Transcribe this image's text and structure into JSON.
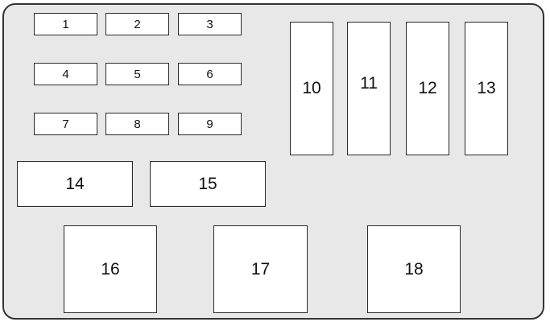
{
  "fuse_box": {
    "fuses": {
      "f1": "1",
      "f2": "2",
      "f3": "3",
      "f4": "4",
      "f5": "5",
      "f6": "6",
      "f7": "7",
      "f8": "8",
      "f9": "9"
    },
    "relays_tall": {
      "r10": "10",
      "r11": "11",
      "r12": "12",
      "r13": "13"
    },
    "relays_wide": {
      "r14": "14",
      "r15": "15"
    },
    "relays_large": {
      "r16": "16",
      "r17": "17",
      "r18": "18"
    }
  }
}
